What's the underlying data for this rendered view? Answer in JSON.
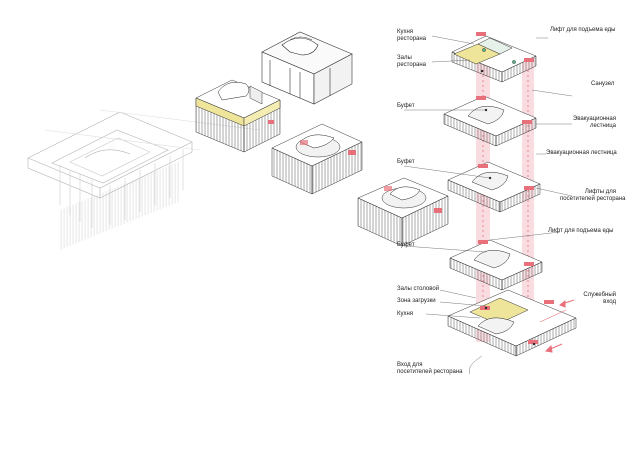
{
  "colors": {
    "accent_red": "#e8707a",
    "accent_pink": "#f4c6cc",
    "shaft_pink": "#f8d6da",
    "highlight_yellow": "#efe59a",
    "marker_green": "#57b58a",
    "line": "#3b3b3b",
    "line_light": "#b9b9b9"
  },
  "labels": {
    "kitchen_restaurant": [
      "Кухня",
      "ресторана"
    ],
    "restaurant_halls": [
      "Залы",
      "ресторана"
    ],
    "buffet_1": "Буфет",
    "buffet_2": "Буфет",
    "buffet_3": "Буфет",
    "dining_halls": "Залы столовой",
    "loading_zone": "Зона загрузки",
    "kitchen": "Кухня",
    "visitor_entrance": [
      "Вход для",
      "посетителей ресторана"
    ],
    "food_lift_top": "Лифт для подъема еды",
    "toilet": "Санузел",
    "evac_stair_1": [
      "Эвакуационная",
      "лестница"
    ],
    "evac_stair_2": "Эвакуационная лестница",
    "restaurant_lifts": [
      "Лифты для",
      "посетителей ресторана"
    ],
    "food_lift_mid": "Лифт для подъема еды",
    "service_entrance": [
      "Служебный",
      "вход"
    ]
  }
}
